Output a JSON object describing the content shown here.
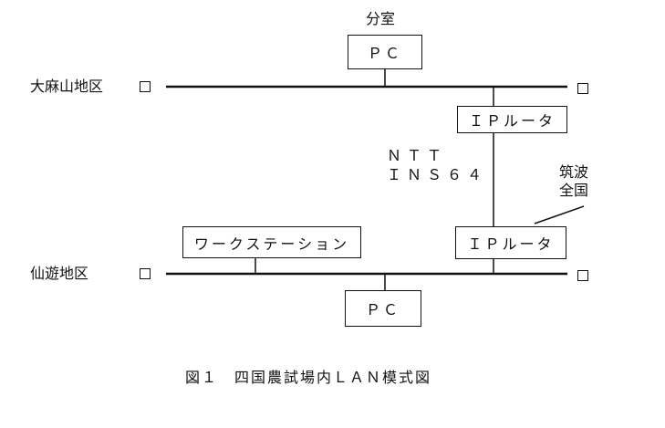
{
  "labels": {
    "bunshitsu": "分室",
    "omasayama": "大麻山地区",
    "senyu": "仙遊地区",
    "ntt": "ＮＴＴ",
    "ins": "ＩＮＳ６４",
    "tsukuba_1": "筑波",
    "tsukuba_2": "全国",
    "caption": "図１　四国農試場内ＬＡＮ模式図"
  },
  "nodes": {
    "pc_top": "ＰＣ",
    "router_top": "ＩＰルータ",
    "workstation": "ワークステーション",
    "router_bottom": "ＩＰルータ",
    "pc_bottom": "ＰＣ"
  }
}
